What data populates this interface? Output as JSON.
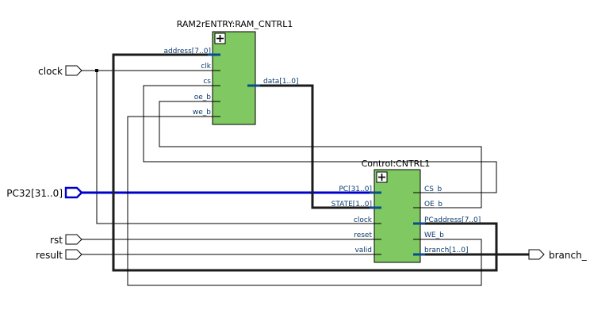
{
  "blocks": {
    "ram": {
      "title": "RAM2rENTRY:RAM_CNTRL1",
      "inputs": [
        "address[7..0]",
        "clk",
        "cs",
        "oe_b",
        "we_b"
      ],
      "outputs": [
        "data[1..0]"
      ]
    },
    "control": {
      "title": "Control:CNTRL1",
      "inputs": [
        "PC[31..0]",
        "STATE[1..0]",
        "clock",
        "reset",
        "valid"
      ],
      "outputs": [
        "CS_b",
        "OE_b",
        "PCaddress[7..0]",
        "WE_b",
        "branch[1..0]"
      ]
    }
  },
  "ports": {
    "inputs": [
      "clock",
      "PC32[31..0]",
      "rst",
      "result"
    ],
    "outputs": [
      "branch_"
    ]
  },
  "colors": {
    "block_fill": "#80c862",
    "bus_blue": "#0000cc",
    "pin_label": "#0a3a6e"
  }
}
